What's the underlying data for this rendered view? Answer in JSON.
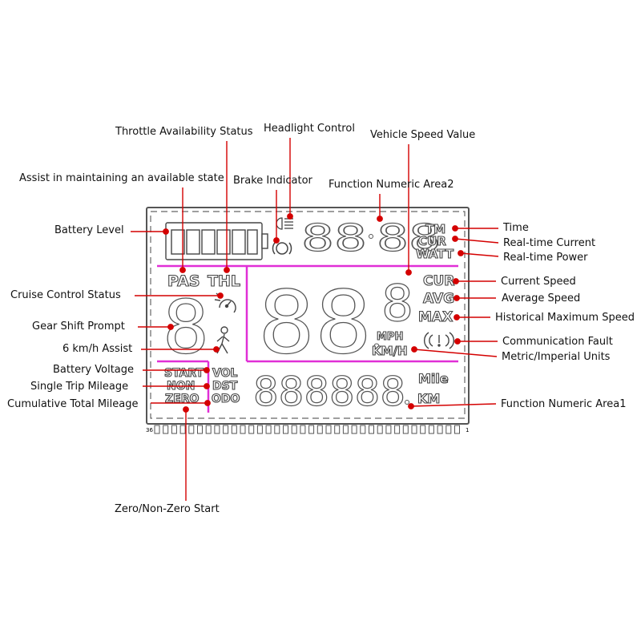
{
  "labels": {
    "throttle": "Throttle Availability Status",
    "headlight": "Headlight Control",
    "vehicle_speed_value": "Vehicle Speed Value",
    "assist_state": "Assist in maintaining an available state",
    "brake": "Brake Indicator",
    "func_area2": "Function Numeric Area2",
    "battery_level": "Battery Level",
    "time": "Time",
    "realtime_current": "Real-time Current",
    "realtime_power": "Real-time Power",
    "cruise": "Cruise Control Status",
    "current_speed": "Current Speed",
    "average_speed": "Average Speed",
    "gear_shift": "Gear Shift Prompt",
    "historical_max": "Historical Maximum Speed",
    "walk_assist": "6 km/h Assist",
    "comm_fault": "Communication Fault",
    "units": "Metric/Imperial Units",
    "battery_voltage": "Battery Voltage",
    "single_trip": "Single Trip Mileage",
    "cumulative": "Cumulative Total Mileage",
    "func_area1": "Function Numeric Area1",
    "zero_start": "Zero/Non-Zero Start"
  },
  "lcd": {
    "tm": "TM",
    "cur_top": "CUR",
    "watt": "WATT",
    "pas": "PAS",
    "thl": "THL",
    "cur": "CUR",
    "avg": "AVG",
    "max": "MAX",
    "mph": "MPH",
    "kmh": "KM/H",
    "start": "START",
    "non": "NON",
    "zero": "ZERO",
    "vol": "VOL",
    "dst": "DST",
    "odo": "ODO",
    "mile": "Mile",
    "km": "KM",
    "pin_left": "36",
    "pin_right": "1"
  },
  "colors": {
    "divider": "#e02fd6",
    "leader": "#d40000",
    "outline": "#444444"
  },
  "icons": [
    "battery-icon",
    "headlight-icon",
    "brake-icon",
    "cruise-icon",
    "walk-assist-icon",
    "communication-fault-icon"
  ]
}
